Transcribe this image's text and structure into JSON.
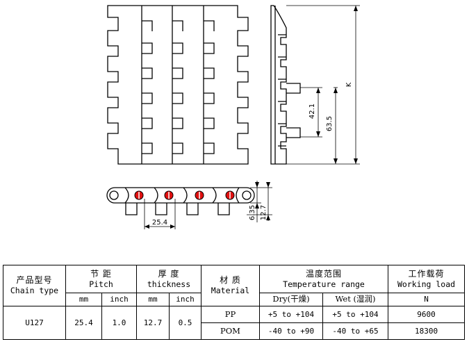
{
  "drawing": {
    "dimension_labels": {
      "k": "K",
      "d1": "42.1",
      "d2": "63.5",
      "pitch": "25.4",
      "thick1": "6.35",
      "thick2": "12.7"
    }
  },
  "table": {
    "model": {
      "zh": "产品型号",
      "en": "Chain type"
    },
    "pitch": {
      "zh": "节 距",
      "en": "Pitch",
      "mm": "mm",
      "inch": "inch"
    },
    "thickness": {
      "zh": "厚  度",
      "en": "thickness",
      "mm": "mm",
      "inch": "inch"
    },
    "material": {
      "zh": "材 质",
      "en": "Material"
    },
    "temp": {
      "zh": "温度范围",
      "en": "Temperature range",
      "dry": "Dry(干燥)",
      "wet": "Wet (湿润)"
    },
    "load": {
      "zh": "工作载荷",
      "en": "Working load",
      "unit": "N"
    },
    "rows": {
      "model": "U127",
      "pitch_mm": "25.4",
      "pitch_inch": "1.0",
      "thick_mm": "12.7",
      "thick_inch": "0.5",
      "pp": {
        "material": "PP",
        "dry": "+5 to +104",
        "wet": "+5 to +104",
        "load": "9600"
      },
      "pom": {
        "material": "POM",
        "dry": "-40 to +90",
        "wet": "-40 to +65",
        "load": "18300"
      }
    }
  }
}
